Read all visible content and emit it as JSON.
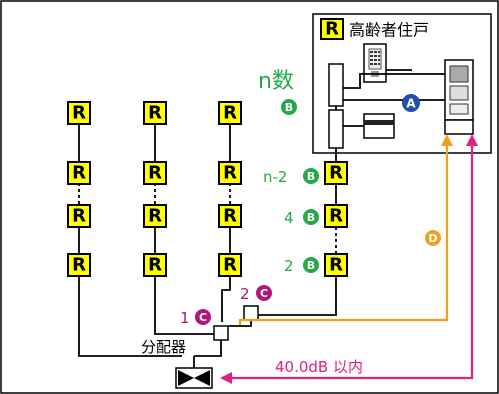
{
  "residence": {
    "r_letter": "R",
    "label": "高齢者住戸"
  },
  "unit_letter": "R",
  "labels": {
    "n_units": "n数",
    "n_minus_2": "n-2",
    "four": "4",
    "two": "2",
    "one_c": "1",
    "two_c": "2",
    "splitter": "分配器",
    "loss": "40.0dB 以内"
  },
  "markers": {
    "A": "A",
    "B": "B",
    "C": "C",
    "D": "D"
  },
  "colors": {
    "green": "#22aa44",
    "purple": "#b0157a",
    "blue": "#2050b0",
    "orange": "#f0a020",
    "pink": "#e0207a",
    "r_fill": "#ffff00"
  }
}
